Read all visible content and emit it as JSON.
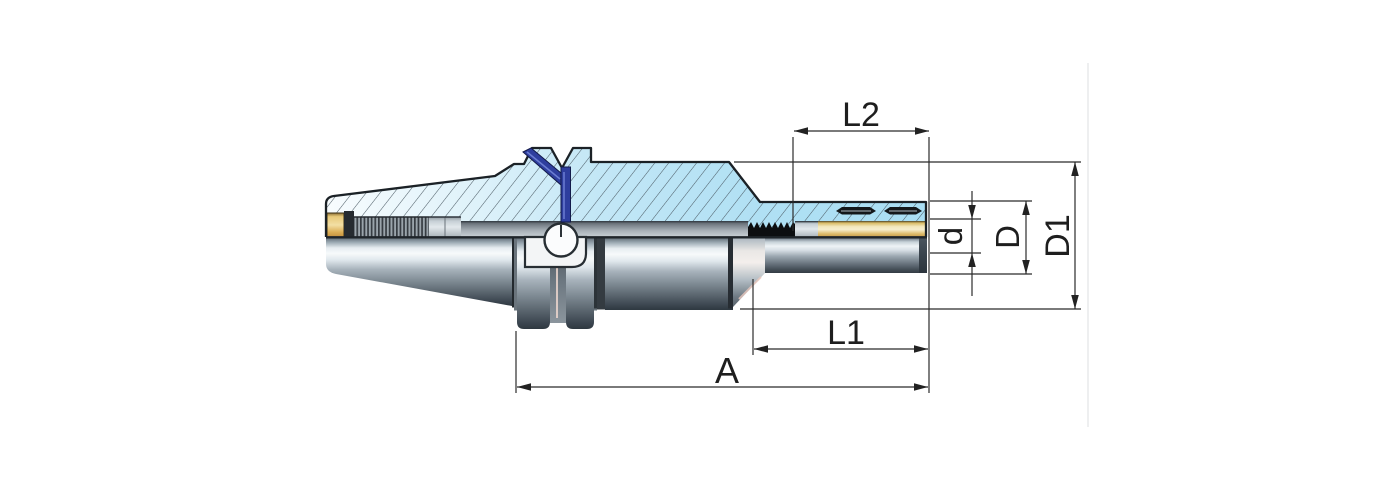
{
  "figure": {
    "type": "technical-drawing",
    "subject": "tool-holder-cross-section",
    "dimension_labels": {
      "L2": "L2",
      "L1": "L1",
      "A": "A",
      "d": "d",
      "D": "D",
      "D1": "D1"
    },
    "colors": {
      "section_fill": "#bfe5f5",
      "hatch_line": "#4b5a64",
      "coolant_channel": "#2e3e9e",
      "brass_sleeve": "#d9b05e",
      "outline": "#1b2126",
      "dimension_line": "#2b2b2b"
    }
  }
}
